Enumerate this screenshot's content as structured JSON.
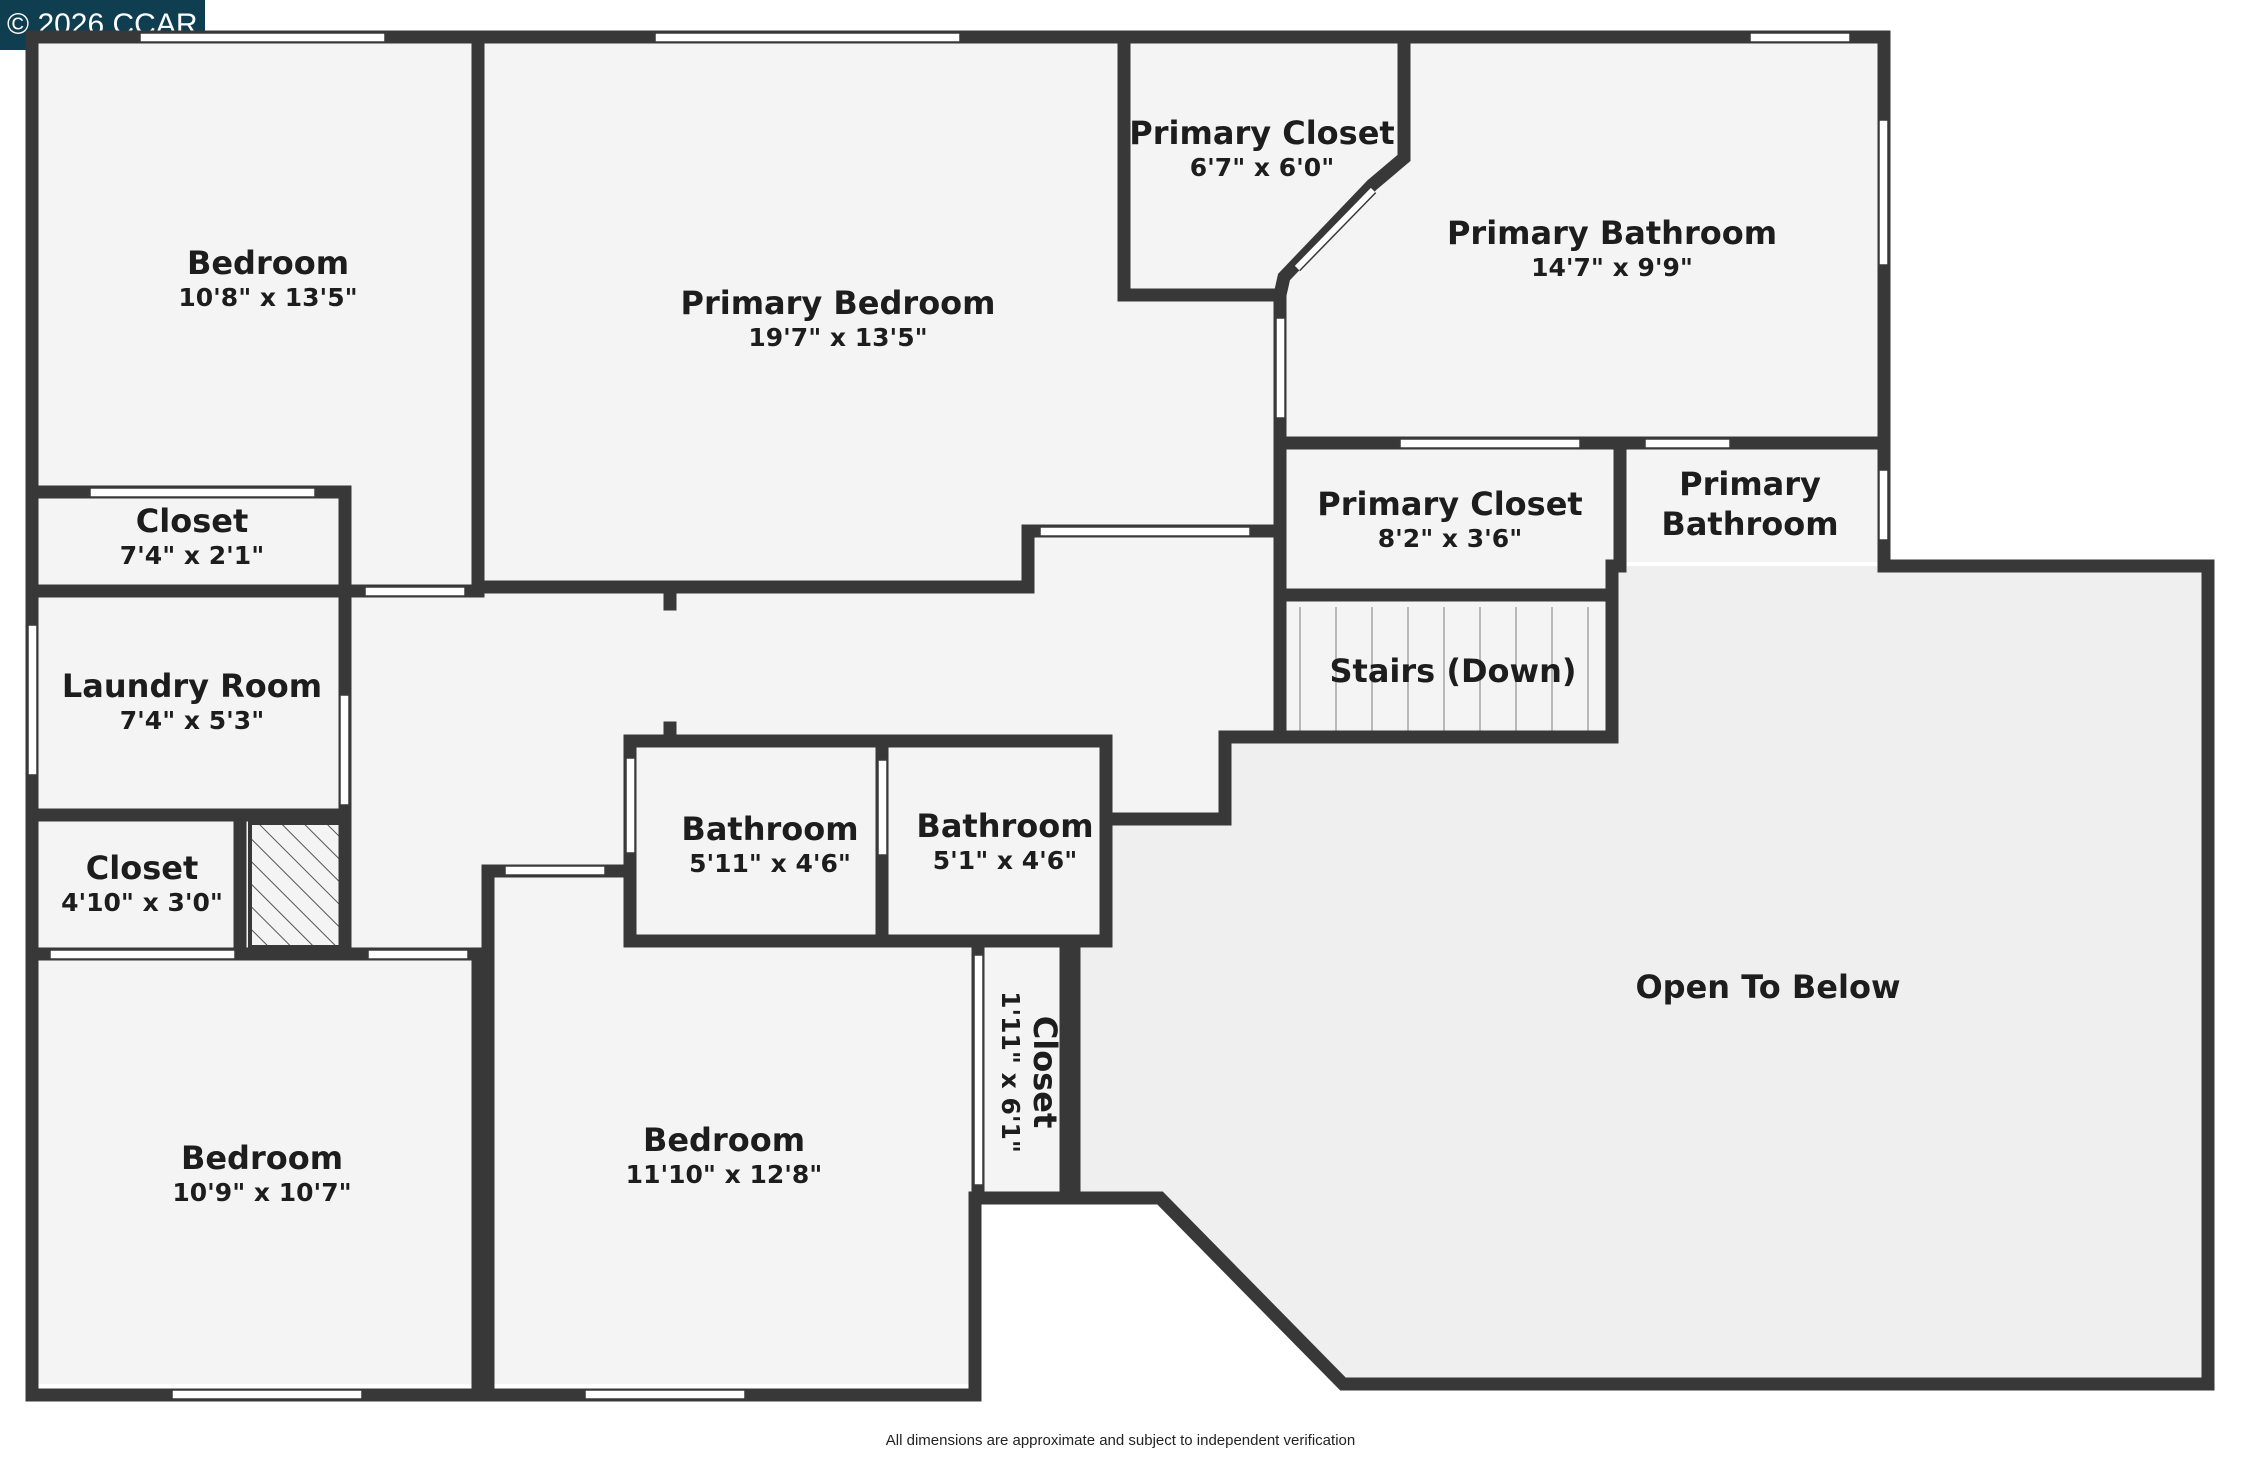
{
  "copyright": "© 2026 CCAR",
  "disclaimer": "All dimensions are approximate and subject to independent verification",
  "rooms": {
    "bedroom_nw": {
      "name": "Bedroom",
      "dims": "10'8\" x 13'5\""
    },
    "primary_bedroom": {
      "name": "Primary Bedroom",
      "dims": "19'7\" x 13'5\""
    },
    "primary_closet_top": {
      "name": "Primary Closet",
      "dims": "6'7\" x 6'0\""
    },
    "primary_bathroom_top": {
      "name": "Primary Bathroom",
      "dims": "14'7\" x 9'9\""
    },
    "closet_small": {
      "name": "Closet",
      "dims": "7'4\" x 2'1\""
    },
    "primary_closet_mid": {
      "name": "Primary Closet",
      "dims": "8'2\" x 3'6\""
    },
    "primary_bathroom_small": {
      "name_line1": "Primary",
      "name_line2": "Bathroom"
    },
    "laundry": {
      "name": "Laundry Room",
      "dims": "7'4\" x 5'3\""
    },
    "stairs": {
      "name": "Stairs (Down)"
    },
    "closet_west": {
      "name": "Closet",
      "dims": "4'10\" x 3'0\""
    },
    "bathroom_a": {
      "name": "Bathroom",
      "dims": "5'11\" x 4'6\""
    },
    "bathroom_b": {
      "name": "Bathroom",
      "dims": "5'1\" x 4'6\""
    },
    "open_to_below": {
      "name": "Open To Below"
    },
    "closet_vertical": {
      "name": "Closet",
      "dims": "1'11\" x 6'1\""
    },
    "bedroom_sw": {
      "name": "Bedroom",
      "dims": "10'9\" x 10'7\""
    },
    "bedroom_s": {
      "name": "Bedroom",
      "dims": "11'10\" x 12'8\""
    }
  }
}
